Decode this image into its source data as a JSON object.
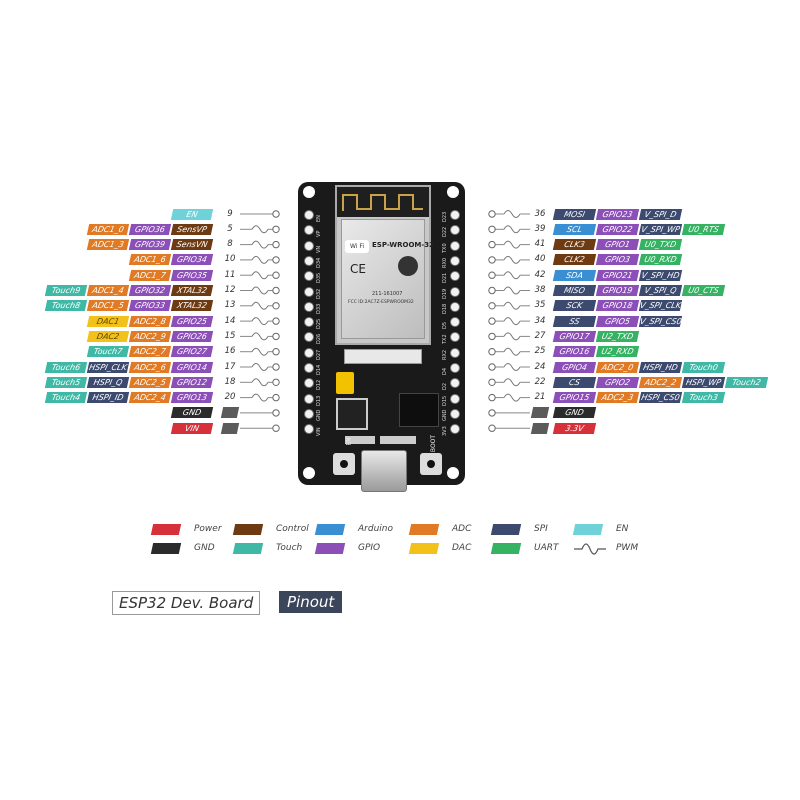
{
  "colors": {
    "Power": "#d6303a",
    "GND": "#2b2b2b",
    "Control": "#6e3a12",
    "Touch": "#3fb9a5",
    "Arduino": "#3a8fd3",
    "GPIO": "#8b4fb7",
    "ADC": "#e07a24",
    "DAC": "#f2c21a",
    "SPI": "#3b4a6e",
    "UART": "#35b262",
    "EN": "#6fd2d9"
  },
  "left_pins": [
    {
      "pin": "9",
      "labels": [
        {
          "text": "EN",
          "type": "EN"
        }
      ]
    },
    {
      "pin": "5",
      "labels": [
        {
          "text": "ADC1_0",
          "type": "ADC"
        },
        {
          "text": "GPIO36",
          "type": "GPIO"
        },
        {
          "text": "SensVP",
          "type": "Control"
        }
      ]
    },
    {
      "pin": "8",
      "labels": [
        {
          "text": "ADC1_3",
          "type": "ADC"
        },
        {
          "text": "GPIO39",
          "type": "GPIO"
        },
        {
          "text": "SensVN",
          "type": "Control"
        }
      ]
    },
    {
      "pin": "10",
      "labels": [
        {
          "text": "ADC1_6",
          "type": "ADC"
        },
        {
          "text": "GPIO34",
          "type": "GPIO"
        }
      ]
    },
    {
      "pin": "11",
      "labels": [
        {
          "text": "ADC1_7",
          "type": "ADC"
        },
        {
          "text": "GPIO35",
          "type": "GPIO"
        }
      ]
    },
    {
      "pin": "12",
      "labels": [
        {
          "text": "Touch9",
          "type": "Touch"
        },
        {
          "text": "ADC1_4",
          "type": "ADC"
        },
        {
          "text": "GPIO32",
          "type": "GPIO"
        },
        {
          "text": "XTAL32",
          "type": "Control"
        }
      ]
    },
    {
      "pin": "13",
      "labels": [
        {
          "text": "Touch8",
          "type": "Touch"
        },
        {
          "text": "ADC1_5",
          "type": "ADC"
        },
        {
          "text": "GPIO33",
          "type": "GPIO"
        },
        {
          "text": "XTAL32",
          "type": "Control"
        }
      ]
    },
    {
      "pin": "14",
      "labels": [
        {
          "text": "DAC1",
          "type": "DAC"
        },
        {
          "text": "ADC2_8",
          "type": "ADC"
        },
        {
          "text": "GPIO25",
          "type": "GPIO"
        }
      ]
    },
    {
      "pin": "15",
      "labels": [
        {
          "text": "DAC2",
          "type": "DAC"
        },
        {
          "text": "ADC2_9",
          "type": "ADC"
        },
        {
          "text": "GPIO26",
          "type": "GPIO"
        }
      ]
    },
    {
      "pin": "16",
      "labels": [
        {
          "text": "Touch7",
          "type": "Touch"
        },
        {
          "text": "ADC2_7",
          "type": "ADC"
        },
        {
          "text": "GPIO27",
          "type": "GPIO"
        }
      ]
    },
    {
      "pin": "17",
      "labels": [
        {
          "text": "Touch6",
          "type": "Touch"
        },
        {
          "text": "HSPI_CLK",
          "type": "SPI"
        },
        {
          "text": "ADC2_6",
          "type": "ADC"
        },
        {
          "text": "GPIO14",
          "type": "GPIO"
        }
      ]
    },
    {
      "pin": "18",
      "labels": [
        {
          "text": "Touch5",
          "type": "Touch"
        },
        {
          "text": "HSPI_Q",
          "type": "SPI"
        },
        {
          "text": "ADC2_5",
          "type": "ADC"
        },
        {
          "text": "GPIO12",
          "type": "GPIO"
        }
      ]
    },
    {
      "pin": "20",
      "labels": [
        {
          "text": "Touch4",
          "type": "Touch"
        },
        {
          "text": "HSPI_ID",
          "type": "SPI"
        },
        {
          "text": "ADC2_4",
          "type": "ADC"
        },
        {
          "text": "GPIO13",
          "type": "GPIO"
        }
      ]
    },
    {
      "pin": "",
      "labels": [
        {
          "text": "GND",
          "type": "GND"
        }
      ]
    },
    {
      "pin": "",
      "labels": [
        {
          "text": "VIN",
          "type": "Power"
        }
      ]
    }
  ],
  "right_pins": [
    {
      "pin": "36",
      "labels": [
        {
          "text": "MOSI",
          "type": "SPI"
        },
        {
          "text": "GPIO23",
          "type": "GPIO"
        },
        {
          "text": "V_SPI_D",
          "type": "SPI"
        }
      ]
    },
    {
      "pin": "39",
      "labels": [
        {
          "text": "SCL",
          "type": "Arduino"
        },
        {
          "text": "GPIO22",
          "type": "GPIO"
        },
        {
          "text": "V_SPI_WP",
          "type": "SPI"
        },
        {
          "text": "U0_RTS",
          "type": "UART"
        }
      ]
    },
    {
      "pin": "41",
      "labels": [
        {
          "text": "CLK3",
          "type": "Control"
        },
        {
          "text": "GPIO1",
          "type": "GPIO"
        },
        {
          "text": "U0_TXD",
          "type": "UART"
        }
      ]
    },
    {
      "pin": "40",
      "labels": [
        {
          "text": "CLK2",
          "type": "Control"
        },
        {
          "text": "GPIO3",
          "type": "GPIO"
        },
        {
          "text": "U0_RXD",
          "type": "UART"
        }
      ]
    },
    {
      "pin": "42",
      "labels": [
        {
          "text": "SDA",
          "type": "Arduino"
        },
        {
          "text": "GPIO21",
          "type": "GPIO"
        },
        {
          "text": "V_SPI_HD",
          "type": "SPI"
        }
      ]
    },
    {
      "pin": "38",
      "labels": [
        {
          "text": "MISO",
          "type": "SPI"
        },
        {
          "text": "GPIO19",
          "type": "GPIO"
        },
        {
          "text": "V_SPI_Q",
          "type": "SPI"
        },
        {
          "text": "U0_CTS",
          "type": "UART"
        }
      ]
    },
    {
      "pin": "35",
      "labels": [
        {
          "text": "SCK",
          "type": "SPI"
        },
        {
          "text": "GPIO18",
          "type": "GPIO"
        },
        {
          "text": "V_SPI_CLK",
          "type": "SPI"
        }
      ]
    },
    {
      "pin": "34",
      "labels": [
        {
          "text": "SS",
          "type": "SPI"
        },
        {
          "text": "GPIO5",
          "type": "GPIO"
        },
        {
          "text": "V_SPI_CS0",
          "type": "SPI"
        }
      ]
    },
    {
      "pin": "27",
      "labels": [
        {
          "text": "GPIO17",
          "type": "GPIO"
        },
        {
          "text": "U2_TXD",
          "type": "UART"
        }
      ]
    },
    {
      "pin": "25",
      "labels": [
        {
          "text": "GPIO16",
          "type": "GPIO"
        },
        {
          "text": "U2_RXD",
          "type": "UART"
        }
      ]
    },
    {
      "pin": "24",
      "labels": [
        {
          "text": "GPIO4",
          "type": "GPIO"
        },
        {
          "text": "ADC2_0",
          "type": "ADC"
        },
        {
          "text": "HSPI_HD",
          "type": "SPI"
        },
        {
          "text": "Touch0",
          "type": "Touch"
        }
      ]
    },
    {
      "pin": "22",
      "labels": [
        {
          "text": "CS",
          "type": "SPI"
        },
        {
          "text": "GPIO2",
          "type": "GPIO"
        },
        {
          "text": "ADC2_2",
          "type": "ADC"
        },
        {
          "text": "HSPI_WP",
          "type": "SPI"
        },
        {
          "text": "Touch2",
          "type": "Touch"
        }
      ]
    },
    {
      "pin": "21",
      "labels": [
        {
          "text": "GPIO15",
          "type": "GPIO"
        },
        {
          "text": "ADC2_3",
          "type": "ADC"
        },
        {
          "text": "HSPI_CS0",
          "type": "SPI"
        },
        {
          "text": "Touch3",
          "type": "Touch"
        }
      ]
    },
    {
      "pin": "",
      "labels": [
        {
          "text": "GND",
          "type": "GND"
        }
      ]
    },
    {
      "pin": "",
      "labels": [
        {
          "text": "3.3V",
          "type": "Power"
        }
      ]
    }
  ],
  "pwm_left_rows": [
    1,
    2,
    3,
    4,
    5,
    6,
    7,
    8,
    9,
    10,
    11,
    12
  ],
  "pwm_right_rows": [
    0,
    1,
    2,
    3,
    4,
    5,
    6,
    7,
    8,
    9,
    10,
    11,
    12
  ],
  "board": {
    "left_silk": [
      "EN",
      "VP",
      "VN",
      "D34",
      "D35",
      "D32",
      "D33",
      "D25",
      "D26",
      "D27",
      "D14",
      "D12",
      "D13",
      "GND",
      "VIN"
    ],
    "right_silk": [
      "D23",
      "D22",
      "TX0",
      "RX0",
      "D21",
      "D19",
      "D18",
      "D5",
      "TX2",
      "RX2",
      "D4",
      "D2",
      "D15",
      "GND",
      "3V3"
    ],
    "module_name": "ESP-WROOM-32",
    "wifi": "Wi Fi",
    "ce": "CE",
    "fcc_id": "FCC ID:2AC7Z-ESPWROOM32",
    "cert": "211-161007",
    "en_button": "EN",
    "boot_button": "BOOT"
  },
  "legend": [
    {
      "label": "Power",
      "type": "Power"
    },
    {
      "label": "Control",
      "type": "Control"
    },
    {
      "label": "Arduino",
      "type": "Arduino"
    },
    {
      "label": "ADC",
      "type": "ADC"
    },
    {
      "label": "SPI",
      "type": "SPI"
    },
    {
      "label": "EN",
      "type": "EN"
    },
    {
      "label": "GND",
      "type": "GND"
    },
    {
      "label": "Touch",
      "type": "Touch"
    },
    {
      "label": "GPIO",
      "type": "GPIO"
    },
    {
      "label": "DAC",
      "type": "DAC"
    },
    {
      "label": "UART",
      "type": "UART"
    },
    {
      "label": "PWM",
      "type": "PWM"
    }
  ],
  "title": {
    "main": "ESP32 Dev. Board",
    "sub": "Pinout"
  }
}
